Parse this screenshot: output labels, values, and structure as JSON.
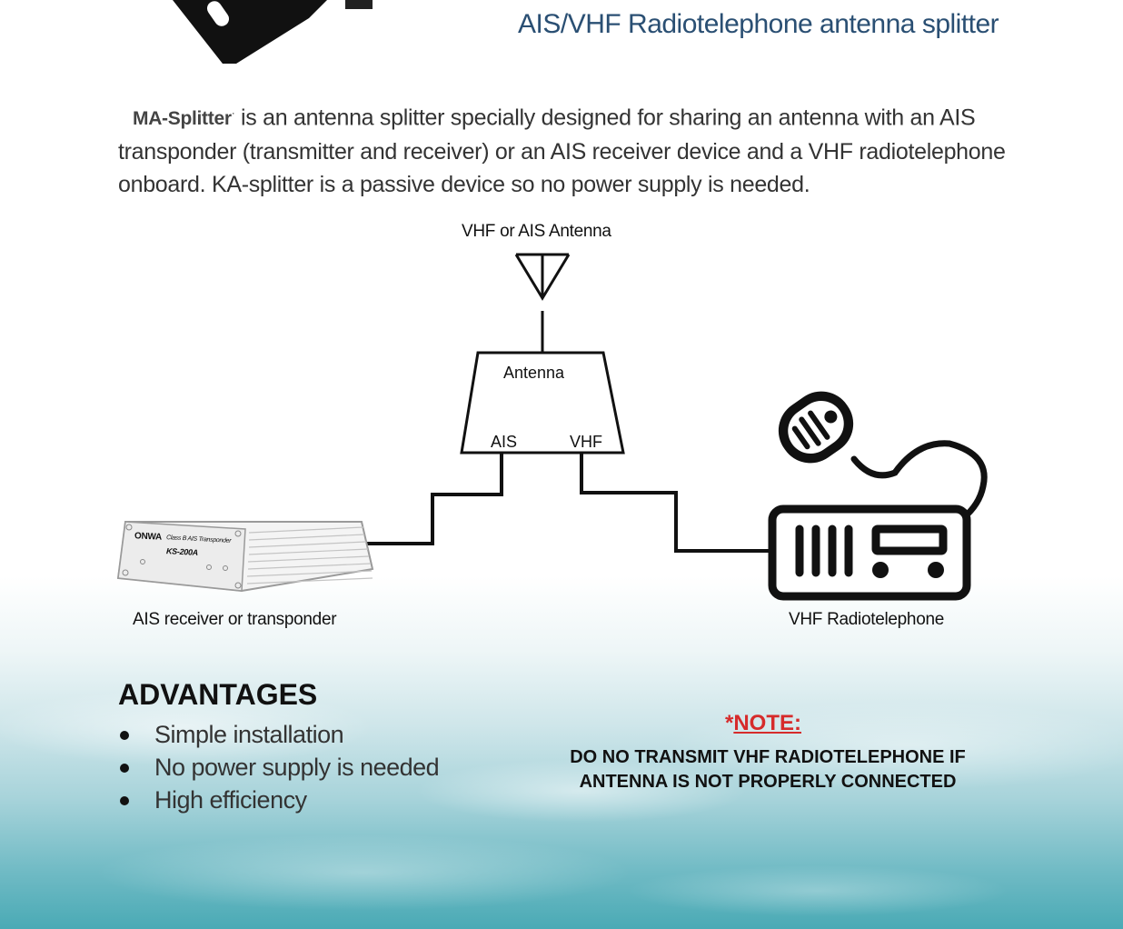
{
  "header": {
    "title": "AIS/VHF Radiotelephone antenna splitter"
  },
  "intro": {
    "brand": "MA-Splitter",
    "brand_mark": "·",
    "text": " is an antenna splitter specially designed for sharing an antenna with an AIS transponder (transmitter and receiver) or an AIS receiver device and a VHF radiotelephone onboard. KA-splitter is a passive device so no power supply is needed."
  },
  "diagram": {
    "antenna_label": "VHF or AIS Antenna",
    "splitter_label": "Antenna",
    "port_ais": "AIS",
    "port_vhf": "VHF",
    "transponder_brand": "ONWA",
    "transponder_subtitle": "Class B AIS Transponder",
    "transponder_model": "KS-200A",
    "transponder_caption": "AIS receiver or transponder",
    "radio_caption": "VHF Radiotelephone"
  },
  "advantages": {
    "title": "ADVANTAGES",
    "items": [
      "Simple installation",
      "No power supply is needed",
      "High efficiency"
    ]
  },
  "note": {
    "prefix": "*",
    "title": "NOTE:",
    "text": "DO NO TRANSMIT VHF RADIOTELEPHONE IF ANTENNA IS NOT PROPERLY CONNECTED"
  },
  "colors": {
    "title_blue": "#2a4f73",
    "note_red": "#d62b2b"
  }
}
